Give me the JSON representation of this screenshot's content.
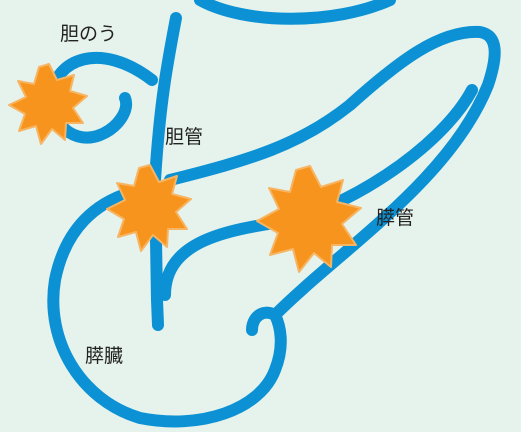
{
  "labels": {
    "gallbladder": "胆のう",
    "bile_duct": "胆管",
    "pancreatic_duct": "膵管",
    "pancreas": "膵臓"
  },
  "colors": {
    "background": "#e6f2ec",
    "duct": "#0c92d4",
    "lesion": "#f7941d",
    "lesion_stroke": "#f7b563",
    "text": "#222222"
  },
  "icons": {
    "lesion": "starburst-icon"
  }
}
